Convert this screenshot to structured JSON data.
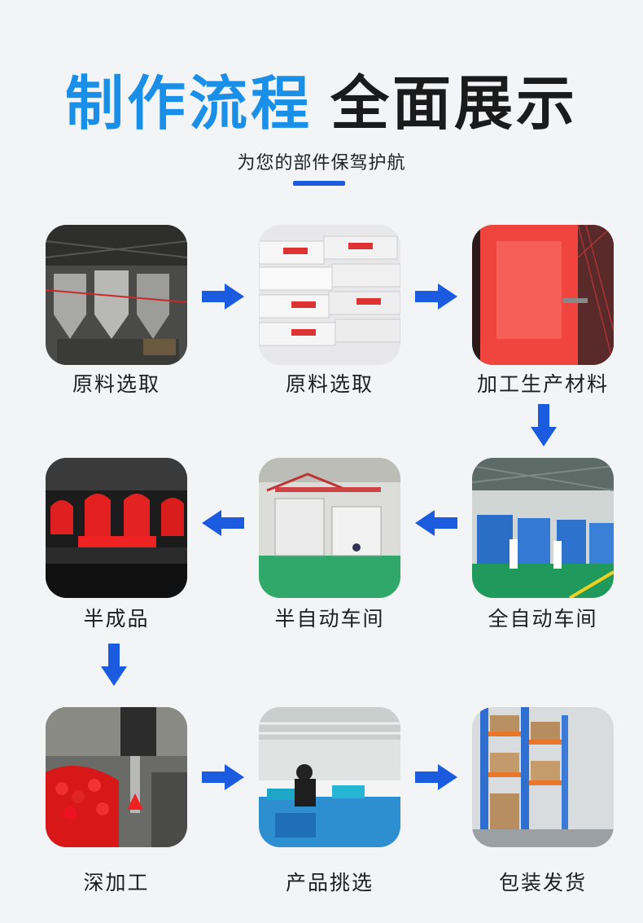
{
  "header": {
    "title_blue": "制作流程",
    "title_dark": "全面展示",
    "subtitle": "为您的部件保驾护航"
  },
  "steps": [
    {
      "label": "原料选取",
      "icon": "raw-material-tanks-photo"
    },
    {
      "label": "原料选取",
      "icon": "raw-material-bags-photo"
    },
    {
      "label": "加工生产材料",
      "icon": "red-material-processing-photo"
    },
    {
      "label": "全自动车间",
      "icon": "automatic-workshop-photo"
    },
    {
      "label": "半自动车间",
      "icon": "semi-automatic-workshop-photo"
    },
    {
      "label": "半成品",
      "icon": "semi-finished-red-caps-photo"
    },
    {
      "label": "深加工",
      "icon": "deep-processing-photo"
    },
    {
      "label": "产品挑选",
      "icon": "product-sorting-photo"
    },
    {
      "label": "包装发货",
      "icon": "warehouse-shipping-photo"
    }
  ],
  "colors": {
    "title_blue": "#1a8fe8",
    "arrow_blue": "#1a5be0",
    "background": "#f3f4f6"
  }
}
